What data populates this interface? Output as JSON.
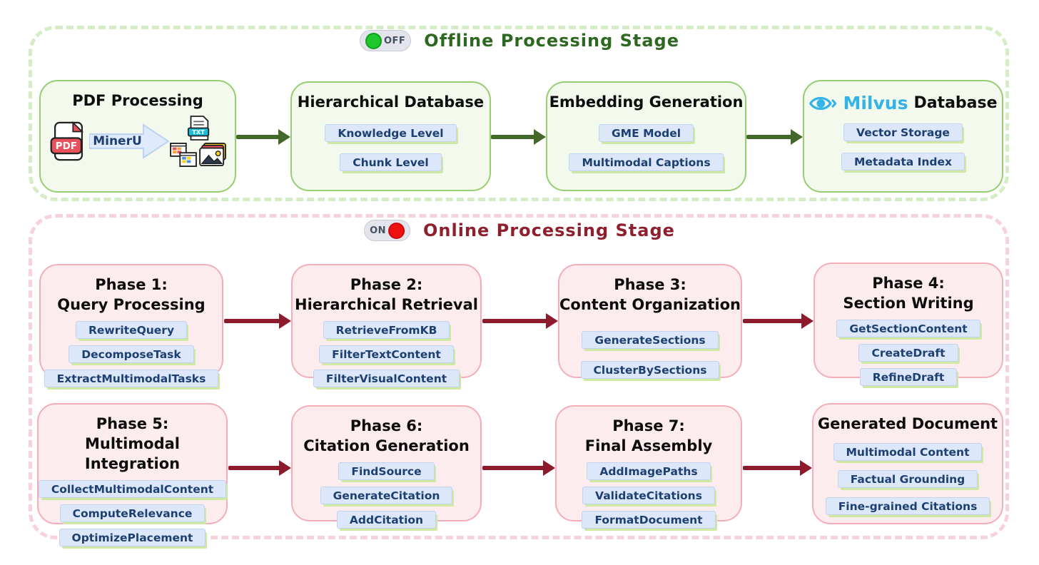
{
  "offline": {
    "toggle_label": "OFF",
    "title": "Offline Processing Stage",
    "accent_color": "#2d6821",
    "arrow_color": "#44682a",
    "boxes": [
      {
        "title": "PDF Processing",
        "pdf_icon_label": "PDF",
        "tool_arrow_label": "MinerU",
        "txt_icon_label": "TXT"
      },
      {
        "title": "Hierarchical Database",
        "items": [
          "Knowledge Level",
          "Chunk Level"
        ]
      },
      {
        "title": "Embedding Generation",
        "items": [
          "GME Model",
          "Multimodal Captions"
        ]
      },
      {
        "brand": "Milvus",
        "title_rest": "Database",
        "items": [
          "Vector Storage",
          "Metadata Index"
        ]
      }
    ]
  },
  "online": {
    "toggle_label": "ON",
    "title": "Online Processing Stage",
    "accent_color": "#8e1f2f",
    "arrow_color": "#8e1b2c",
    "boxes": [
      {
        "title1": "Phase 1:",
        "title2": "Query Processing",
        "items": [
          "RewriteQuery",
          "DecomposeTask",
          "ExtractMultimodalTasks"
        ]
      },
      {
        "title1": "Phase 2:",
        "title2": "Hierarchical Retrieval",
        "items": [
          "RetrieveFromKB",
          "FilterTextContent",
          "FilterVisualContent"
        ]
      },
      {
        "title1": "Phase 3:",
        "title2": "Content Organization",
        "items": [
          "GenerateSections",
          "ClusterBySections"
        ]
      },
      {
        "title1": "Phase 4:",
        "title2": "Section Writing",
        "items": [
          "GetSectionContent",
          "CreateDraft",
          "RefineDraft"
        ]
      },
      {
        "title1": "Phase 5:",
        "title2": "Multimodal Integration",
        "items": [
          "CollectMultimodalContent",
          "ComputeRelevance",
          "OptimizePlacement"
        ]
      },
      {
        "title1": "Phase 6:",
        "title2": "Citation Generation",
        "items": [
          "FindSource",
          "GenerateCitation",
          "AddCitation"
        ]
      },
      {
        "title1": "Phase 7:",
        "title2": "Final Assembly",
        "items": [
          "AddImagePaths",
          "ValidateCitations",
          "FormatDocument"
        ]
      },
      {
        "title1": "Generated Document",
        "items": [
          "Multimodal Content",
          "Factual Grounding",
          "Fine-grained Citations"
        ]
      }
    ]
  },
  "colors": {
    "pill_bg": "#dce8f9",
    "pill_text": "#1d3f72",
    "pill_shadow": "#cfe9a2",
    "offline_box_bg": "#f3f9ec",
    "offline_box_border": "#96ce72",
    "online_box_bg": "#fdeced",
    "online_box_border": "#f3aeba",
    "milvus_blue": "#33b3e7",
    "toggle_on_red": "#f01010",
    "toggle_off_green": "#1ec72b"
  }
}
